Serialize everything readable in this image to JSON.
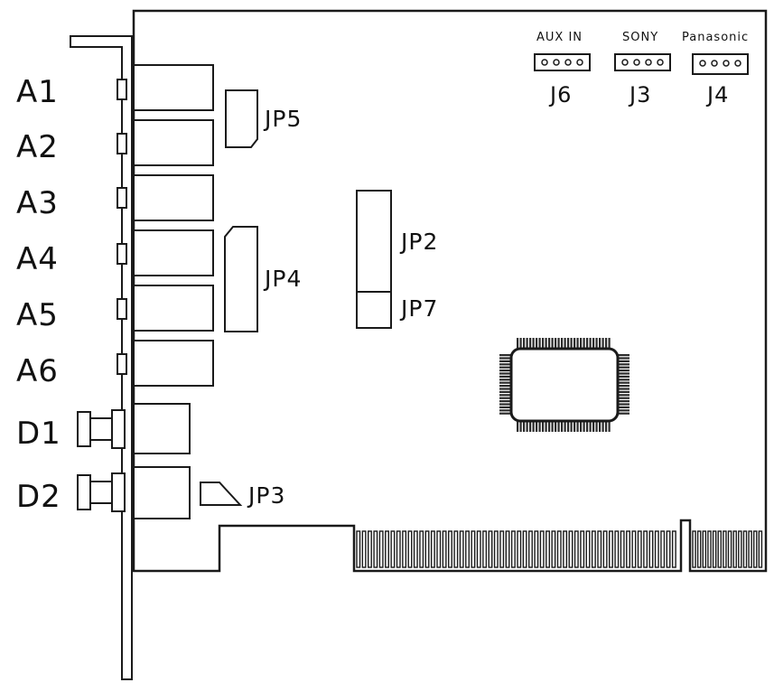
{
  "ports": [
    {
      "label": "A1"
    },
    {
      "label": "A2"
    },
    {
      "label": "A3"
    },
    {
      "label": "A4"
    },
    {
      "label": "A5"
    },
    {
      "label": "A6"
    },
    {
      "label": "D1"
    },
    {
      "label": "D2"
    }
  ],
  "jumpers": {
    "jp5": "JP5",
    "jp4": "JP4",
    "jp3": "JP3",
    "jp2": "JP2",
    "jp7": "JP7"
  },
  "headers": [
    {
      "top_label": "AUX IN",
      "bottom_label": "J6",
      "pins": 4
    },
    {
      "top_label": "SONY",
      "bottom_label": "J3",
      "pins": 4
    },
    {
      "top_label": "Panasonic",
      "bottom_label": "J4",
      "pins": 4
    }
  ],
  "colors": {
    "line": "#1a1a1a",
    "fill": "#ffffff",
    "chip": "#333333"
  },
  "connector": {
    "left_pins": 56,
    "right_pins": 14
  }
}
